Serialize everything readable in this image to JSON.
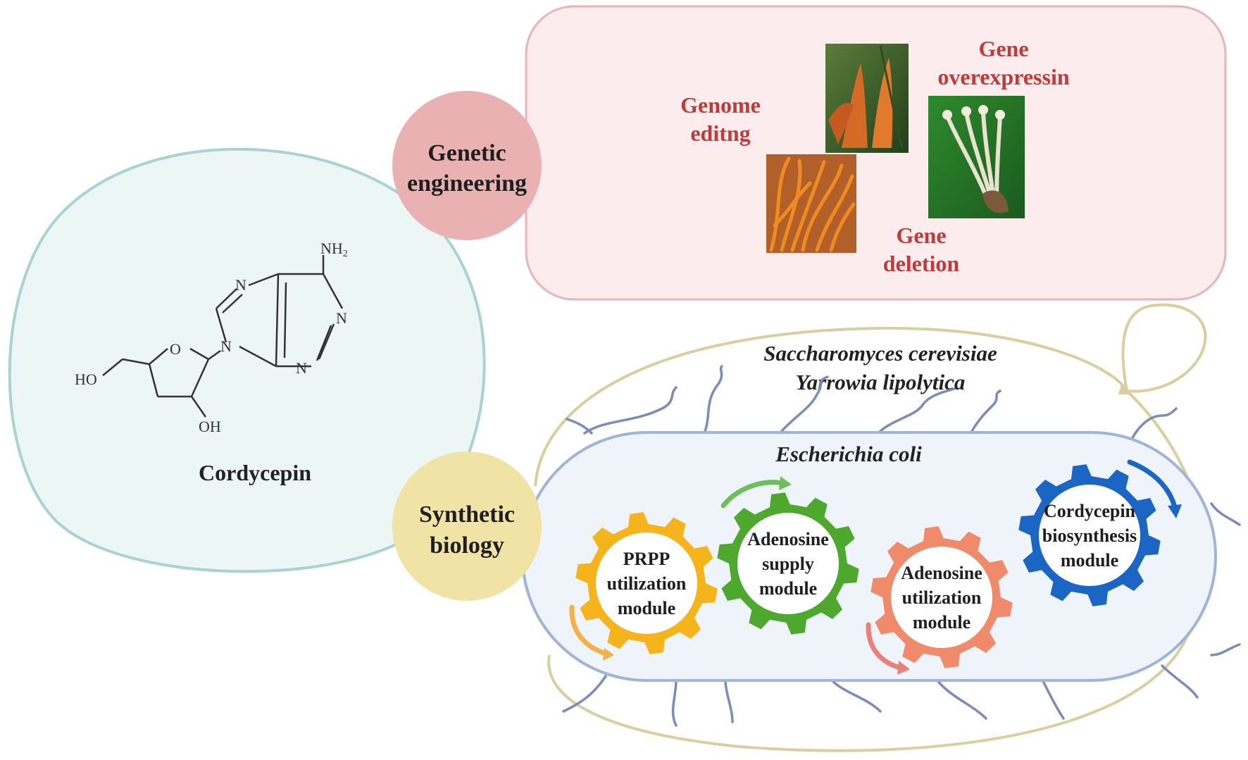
{
  "title": "",
  "molecule": {
    "name": "Cordycepin",
    "atom_labels": {
      "nh2": "NH",
      "nh2_sub": "2",
      "n_top": "N",
      "n_right": "N",
      "n_bottom": "N",
      "n_glyco": "N",
      "o_ring": "O",
      "ho": "HO",
      "oh": "OH"
    }
  },
  "genetic_engineering": {
    "label_line1": "Genetic",
    "label_line2": "engineering",
    "genome_editing_line1": "Genome",
    "genome_editing_line2": "editng",
    "gene_overexpression_line1": "Gene",
    "gene_overexpression_line2": "overexpressin",
    "gene_deletion_line1": "Gene",
    "gene_deletion_line2": "deletion",
    "photos": [
      "orange-cordyceps-fruiting-bodies-photo",
      "cordyceps-on-host-photo",
      "white-cordyceps-on-leaf-photo"
    ]
  },
  "synthetic_biology": {
    "label_line1": "Synthetic",
    "label_line2": "biology",
    "yeast_host_1": "Saccharomyces cerevisiae",
    "yeast_host_2": "Yarrowia lipolytica",
    "bacteria_host": "Escherichia coli"
  },
  "modules": [
    {
      "line1": "PRPP",
      "line2": "utilization",
      "line3": "module",
      "color": "#f5b41c"
    },
    {
      "line1": "Adenosine",
      "line2": "supply",
      "line3": "module",
      "color": "#4ea82e"
    },
    {
      "line1": "Adenosine",
      "line2": "utilization",
      "line3": "module",
      "color": "#ef8b6b"
    },
    {
      "line1": "Cordycepin",
      "line2": "biosynthesis",
      "line3": "module",
      "color": "#1b66c4"
    }
  ],
  "colors": {
    "molecule_circle_fill": "#ecf7f5",
    "molecule_circle_stroke": "#a8d3cf",
    "genetic_circle": "#eab1b2",
    "genetic_box_fill": "#fdeced",
    "genetic_box_stroke": "#e6b5b6",
    "genetic_text": "#c03a37",
    "synthetic_circle": "#f1e2a5",
    "yeast_stroke": "#dacea0",
    "ecoli_fill": "#eff4fa",
    "ecoli_stroke": "#9eb4d9",
    "flagella": "#7a8cbc"
  }
}
